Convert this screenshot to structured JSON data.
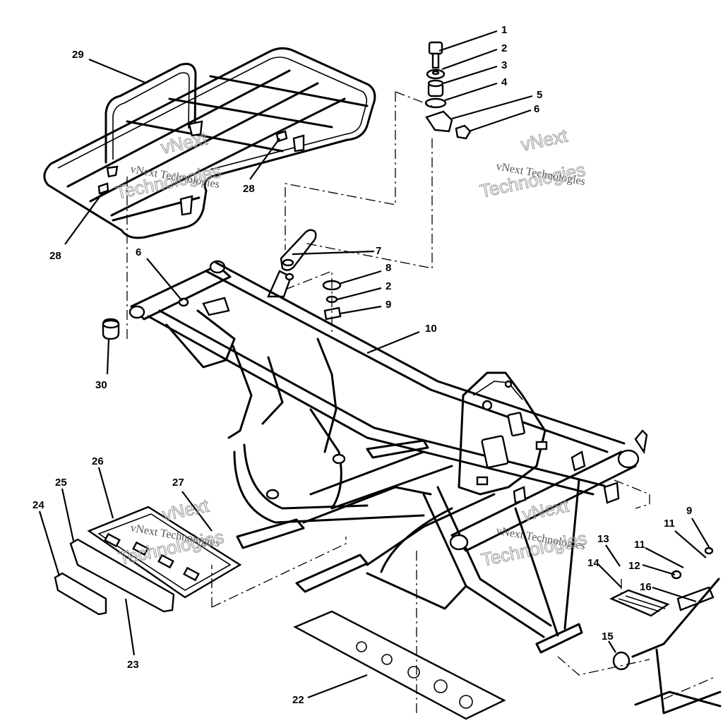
{
  "diagram": {
    "watermark": {
      "line1": "vNext Technologies",
      "line2_a": "vNext",
      "line2_b": "Technologies"
    },
    "callouts": [
      {
        "id": "c1",
        "label": "1"
      },
      {
        "id": "c2a",
        "label": "2"
      },
      {
        "id": "c3",
        "label": "3"
      },
      {
        "id": "c4",
        "label": "4"
      },
      {
        "id": "c5",
        "label": "5"
      },
      {
        "id": "c6a",
        "label": "6"
      },
      {
        "id": "c6b",
        "label": "6"
      },
      {
        "id": "c7",
        "label": "7"
      },
      {
        "id": "c8",
        "label": "8"
      },
      {
        "id": "c2b",
        "label": "2"
      },
      {
        "id": "c9a",
        "label": "9"
      },
      {
        "id": "c10",
        "label": "10"
      },
      {
        "id": "c28a",
        "label": "28"
      },
      {
        "id": "c28b",
        "label": "28"
      },
      {
        "id": "c29",
        "label": "29"
      },
      {
        "id": "c30",
        "label": "30"
      },
      {
        "id": "c26",
        "label": "26"
      },
      {
        "id": "c25",
        "label": "25"
      },
      {
        "id": "c24",
        "label": "24"
      },
      {
        "id": "c27",
        "label": "27"
      },
      {
        "id": "c23",
        "label": "23"
      },
      {
        "id": "c22",
        "label": "22"
      },
      {
        "id": "c9b",
        "label": "9"
      },
      {
        "id": "c11a",
        "label": "11"
      },
      {
        "id": "c11b",
        "label": "11"
      },
      {
        "id": "c12",
        "label": "12"
      },
      {
        "id": "c13",
        "label": "13"
      },
      {
        "id": "c14",
        "label": "14"
      },
      {
        "id": "c15",
        "label": "15"
      },
      {
        "id": "c16",
        "label": "16"
      }
    ]
  }
}
